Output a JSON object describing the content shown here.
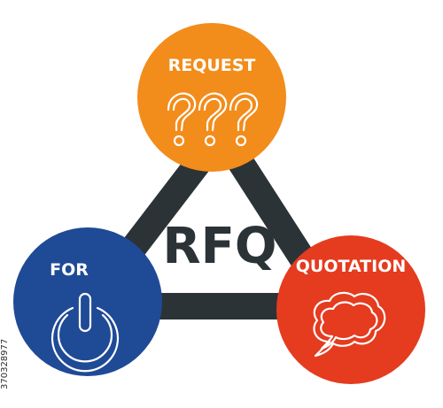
{
  "acronym": "RFQ",
  "words": {
    "top": "REQUEST",
    "left": "FOR",
    "right": "QUOTATION"
  },
  "icons": {
    "top": "question-marks-icon",
    "left": "power-button-icon",
    "right": "speech-bubble-icon"
  },
  "colors": {
    "top_circle": "#F28C1B",
    "left_circle": "#1F4A96",
    "right_circle": "#E53B1F",
    "triangle": "#2B3337",
    "icon_stroke": "#FFFFFF",
    "background": "#FFFFFF"
  },
  "stock_id": "370328977"
}
